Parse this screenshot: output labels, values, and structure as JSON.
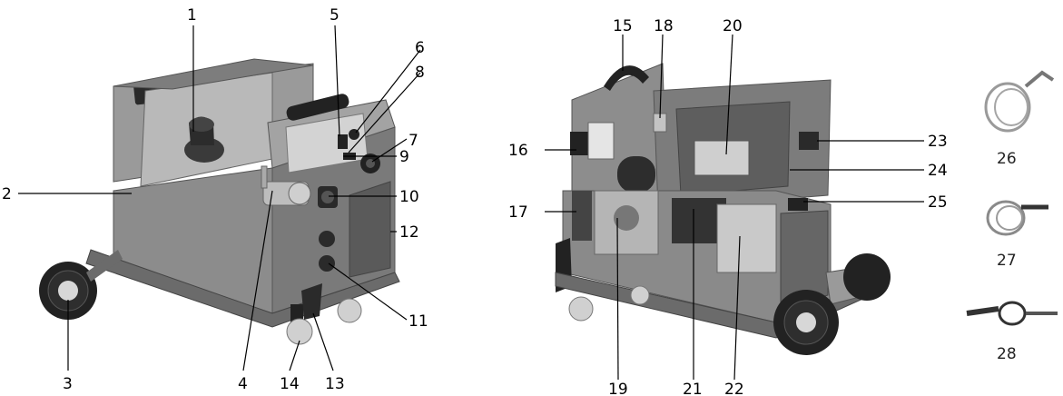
{
  "callouts": [
    {
      "id": "c1",
      "text": "1"
    },
    {
      "id": "c2",
      "text": "2"
    },
    {
      "id": "c3",
      "text": "3"
    },
    {
      "id": "c4",
      "text": "4"
    },
    {
      "id": "c5",
      "text": "5"
    },
    {
      "id": "c6",
      "text": "6"
    },
    {
      "id": "c7",
      "text": "7"
    },
    {
      "id": "c8",
      "text": "8"
    },
    {
      "id": "c9",
      "text": "9"
    },
    {
      "id": "c10",
      "text": "10"
    },
    {
      "id": "c11",
      "text": "11"
    },
    {
      "id": "c12",
      "text": "12"
    },
    {
      "id": "c13",
      "text": "13"
    },
    {
      "id": "c14",
      "text": "14"
    },
    {
      "id": "c15",
      "text": "15"
    },
    {
      "id": "c16",
      "text": "16"
    },
    {
      "id": "c17",
      "text": "17"
    },
    {
      "id": "c18",
      "text": "18"
    },
    {
      "id": "c19",
      "text": "19"
    },
    {
      "id": "c20",
      "text": "20"
    },
    {
      "id": "c21",
      "text": "21"
    },
    {
      "id": "c22",
      "text": "22"
    },
    {
      "id": "c23",
      "text": "23"
    },
    {
      "id": "c24",
      "text": "24"
    },
    {
      "id": "c25",
      "text": "25"
    },
    {
      "id": "c26",
      "text": "26"
    },
    {
      "id": "c27",
      "text": "27"
    },
    {
      "id": "c28",
      "text": "28"
    }
  ],
  "colors": {
    "body": "#8c8c8c",
    "body_dark": "#6f6f6f",
    "body_light": "#a9a9a9",
    "panel": "#c9c9c9",
    "black": "#222222",
    "wheel_hub": "#d7d7d7",
    "cable": "#9a9a9a"
  }
}
